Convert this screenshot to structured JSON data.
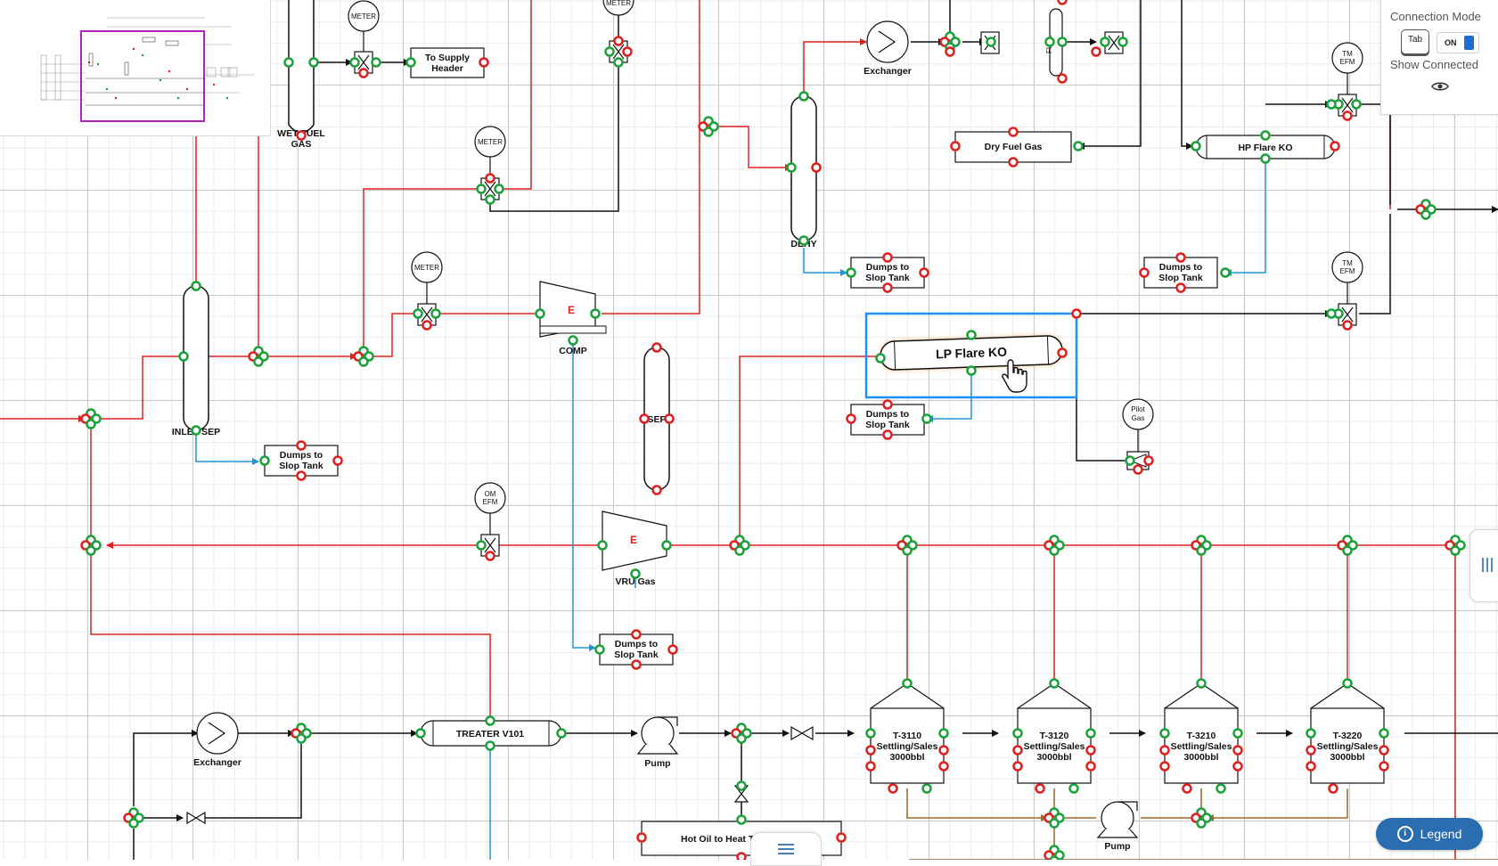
{
  "connection_panel": {
    "title": "Connection Mode",
    "tab_key": "Tab",
    "toggle_state": "ON",
    "show_connected": "Show Connected",
    "accent": "#1f6fd1"
  },
  "legend": {
    "label": "Legend",
    "icon": "info-icon",
    "color": "#2a6db0"
  },
  "colors": {
    "line_red": "#e0201f",
    "line_black": "#111111",
    "line_blue": "#2196d3",
    "line_brown": "#9a6a2a",
    "port_green": "#1aa13a",
    "port_red": "#e0201f",
    "selection": "#1e90ff"
  },
  "selected": {
    "label": "LP Flare KO"
  },
  "labels": {
    "wet_fuel_gas_1": "WET FUEL",
    "wet_fuel_gas_2": "GAS",
    "to_supply_header_1": "To Supply",
    "to_supply_header_2": "Header",
    "meter_a": "METER",
    "meter_b": "METER",
    "meter_c": "METER",
    "meter_d": "METER",
    "exchanger_top": "Exchanger",
    "dry_fuel_gas": "Dry Fuel Gas",
    "hp_flare_ko": "HP Flare KO",
    "tm_efm_1a": "TM",
    "tm_efm_1b": "EFM",
    "tm_efm_2a": "TM",
    "tm_efm_2b": "EFM",
    "dehy": "DEHY",
    "dumps_1a": "Dumps to",
    "dumps_1b": "Slop Tank",
    "dumps_2a": "Dumps to",
    "dumps_2b": "Slop Tank",
    "dumps_3a": "Dumps to",
    "dumps_3b": "Slop Tank",
    "dumps_4a": "Dumps to",
    "dumps_4b": "Slop Tank",
    "dumps_5a": "Dumps to",
    "dumps_5b": "Slop Tank",
    "comp": "COMP",
    "comp_e": "E",
    "sep": "SEP",
    "inlet_sep": "INLET SEP",
    "vru_gas": "VRU Gas",
    "vru_e": "E",
    "om_efm_a": "OM",
    "om_efm_b": "EFM",
    "pilot_gas_a": "Pilot",
    "pilot_gas_b": "Gas",
    "exchanger_bottom": "Exchanger",
    "treater": "TREATER V101",
    "pump_1": "Pump",
    "pump_2": "Pump",
    "hot_oil": "Hot Oil to Heat T",
    "fuel_side": "FUEL",
    "tank_1_id": "T-3110",
    "tank_1_a": "Settling/Sales",
    "tank_1_b": "3000bbl",
    "tank_2_id": "T-3120",
    "tank_2_a": "Settling/Sales",
    "tank_2_b": "3000bbl",
    "tank_3_id": "T-3210",
    "tank_3_a": "Settling/Sales",
    "tank_3_b": "3000bbl",
    "tank_4_id": "T-3220",
    "tank_4_a": "Settling/Sales",
    "tank_4_b": "3000bbl"
  }
}
